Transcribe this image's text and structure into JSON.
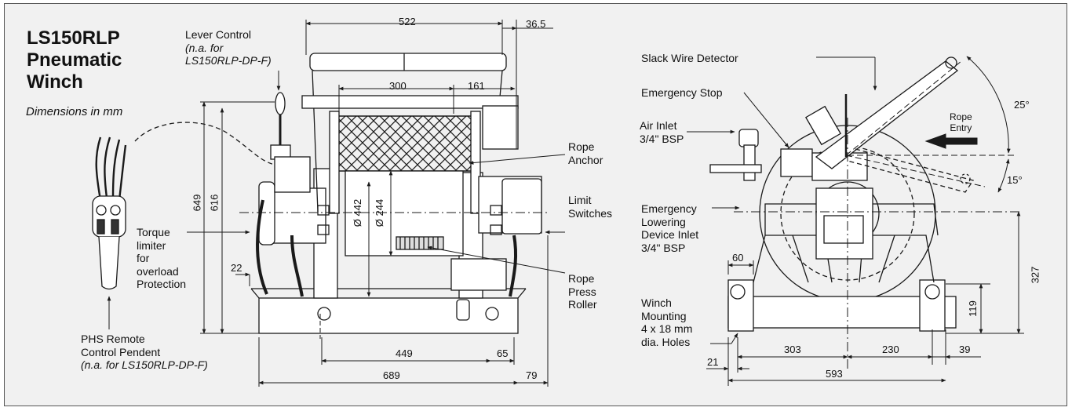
{
  "title": {
    "line1": "LS150RLP",
    "line2": "Pneumatic",
    "line3": "Winch"
  },
  "subtitle": "Dimensions in mm",
  "labels": {
    "lever_control": {
      "line1": "Lever Control",
      "line2": "(n.a. for",
      "line3": "LS150RLP-DP-F)"
    },
    "torque_limiter": {
      "line1": "Torque",
      "line2": "limiter",
      "line3": "for",
      "line4": "overload",
      "line5": "Protection"
    },
    "phs_pendent": {
      "line1": "PHS Remote",
      "line2": "Control Pendent",
      "line3": "(n.a. for LS150RLP-DP-F)"
    },
    "rope_anchor": {
      "line1": "Rope",
      "line2": "Anchor"
    },
    "limit_switches": {
      "line1": "Limit",
      "line2": "Switches"
    },
    "rope_press_roller": {
      "line1": "Rope",
      "line2": "Press",
      "line3": "Roller"
    },
    "slack_wire_detector": "Slack Wire Detector",
    "emergency_stop": "Emergency Stop",
    "air_inlet": {
      "line1": "Air Inlet",
      "line2": "3/4\" BSP"
    },
    "rope_entry": {
      "line1": "Rope",
      "line2": "Entry"
    },
    "emergency_lowering": {
      "line1": "Emergency",
      "line2": "Lowering",
      "line3": "Device Inlet",
      "line4": "3/4\" BSP"
    },
    "winch_mounting": {
      "line1": "Winch",
      "line2": "Mounting",
      "line3": "4 x 18 mm",
      "line4": "dia. Holes"
    }
  },
  "dimensions": {
    "d522": "522",
    "d36_5": "36.5",
    "d300": "300",
    "d161": "161",
    "d649": "649",
    "d616": "616",
    "d442": "Ø 442",
    "d244": "Ø 244",
    "d22": "22",
    "d449": "449",
    "d65": "65",
    "d689": "689",
    "d79": "79",
    "d60": "60",
    "d327": "327",
    "d119": "119",
    "d303": "303",
    "d230": "230",
    "d39": "39",
    "d21": "21",
    "d593": "593",
    "ang25": "25°",
    "ang15": "15°"
  },
  "colors": {
    "background": "#f1f1f1",
    "line": "#1a1a1a",
    "frame": "#555555"
  }
}
